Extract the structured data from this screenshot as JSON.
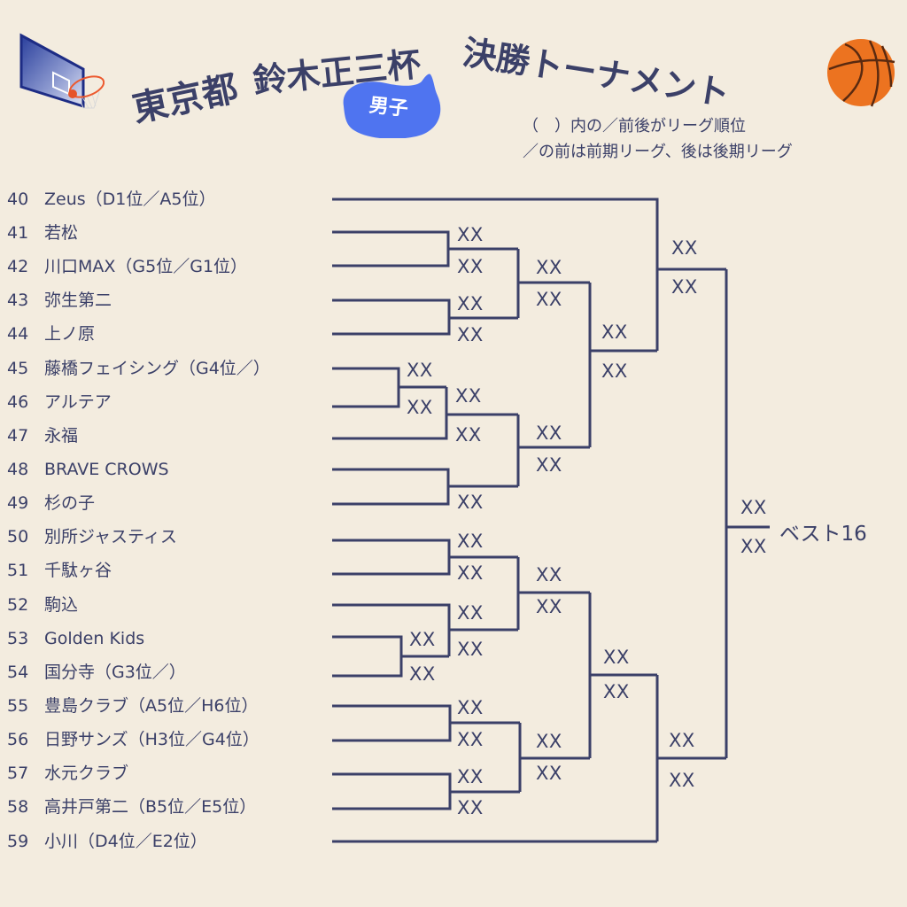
{
  "title": {
    "part1": "東京都",
    "part2": "鈴木正三杯",
    "part3": "決勝トーナメント"
  },
  "category_badge": "男子",
  "notes": [
    "（　）内の／前後がリーグ順位",
    "／の前は前期リーグ、後は後期リーグ"
  ],
  "icons": {
    "left": "basketball-hoop-icon",
    "right": "basketball-icon"
  },
  "colors": {
    "background": "#f3ecdf",
    "text": "#3b4068",
    "lines": "#3b4068",
    "badge": "#4f74f0",
    "ball": "#ec7320"
  },
  "teams": [
    {
      "seed": "40",
      "name": "Zeus（D1位／A5位）"
    },
    {
      "seed": "41",
      "name": "若松"
    },
    {
      "seed": "42",
      "name": "川口MAX（G5位／G1位）"
    },
    {
      "seed": "43",
      "name": "弥生第二"
    },
    {
      "seed": "44",
      "name": "上ノ原"
    },
    {
      "seed": "45",
      "name": "藤橋フェイシング（G4位／）"
    },
    {
      "seed": "46",
      "name": "アルテア"
    },
    {
      "seed": "47",
      "name": "永福"
    },
    {
      "seed": "48",
      "name": "BRAVE CROWS"
    },
    {
      "seed": "49",
      "name": "杉の子"
    },
    {
      "seed": "50",
      "name": "別所ジャスティス"
    },
    {
      "seed": "51",
      "name": "千駄ヶ谷"
    },
    {
      "seed": "52",
      "name": "駒込"
    },
    {
      "seed": "53",
      "name": "Golden Kids"
    },
    {
      "seed": "54",
      "name": "国分寺（G3位／）"
    },
    {
      "seed": "55",
      "name": "豊島クラブ（A5位／H6位）"
    },
    {
      "seed": "56",
      "name": "日野サンズ（H3位／G4位）"
    },
    {
      "seed": "57",
      "name": "水元クラブ"
    },
    {
      "seed": "58",
      "name": "高井戸第二（B5位／E5位）"
    },
    {
      "seed": "59",
      "name": "小川（D4位／E2位）"
    }
  ],
  "scores": {
    "placeholder": "XX",
    "m41_42_top": "XX",
    "m41_42_bot": "XX",
    "m43_44_top": "XX",
    "m43_44_bot": "XX",
    "r2_a_top": "XX",
    "r2_a_bot": "XX",
    "m45_46_top": "XX",
    "m45_46_bot": "XX",
    "m47_top": "XX",
    "m47_bot": "XX",
    "m48_49_bot": "XX",
    "r2_b_top": "XX",
    "r2_b_bot": "XX",
    "r3_top_top": "XX",
    "r3_top_bot": "XX",
    "r4_top_top": "XX",
    "r4_top_bot": "XX",
    "m50_51_top": "XX",
    "m50_51_bot": "XX",
    "m52_top": "XX",
    "m52_bot": "XX",
    "m53_54_top": "XX",
    "m53_54_bot": "XX",
    "r2_c_top": "XX",
    "r2_c_bot": "XX",
    "m55_56_top": "XX",
    "m55_56_bot": "XX",
    "m57_58_top": "XX",
    "m57_58_bot": "XX",
    "r2_d_top": "XX",
    "r2_d_bot": "XX",
    "r3_bot_top": "XX",
    "r3_bot_bot": "XX",
    "r4_bot_top": "XX",
    "r4_bot_bot": "XX",
    "final_top": "XX",
    "final_bot": "XX"
  },
  "result_label": "ベスト16"
}
